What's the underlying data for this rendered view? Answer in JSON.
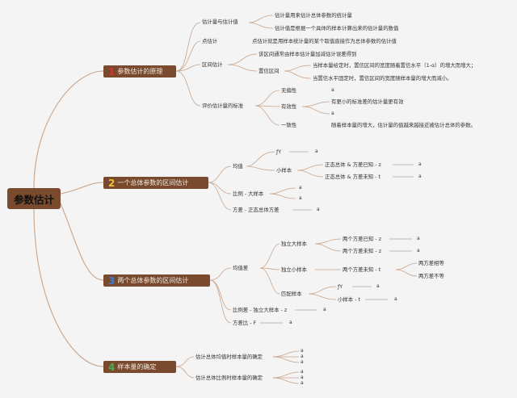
{
  "root": {
    "label": "参数估计"
  },
  "branches": [
    {
      "num": "1",
      "num_color": "#d9342b",
      "label": "参数估计的原理"
    },
    {
      "num": "2",
      "num_color": "#f2c230",
      "label": "一个总体参数的区间估计"
    },
    {
      "num": "3",
      "num_color": "#3c7dd9",
      "label": "两个总体参数的区间估计"
    },
    {
      "num": "4",
      "num_color": "#4caf50",
      "label": "样本量的确定"
    }
  ],
  "b1": {
    "estimator_and_value": "估计量与估计值",
    "estimator_def": "估计量用来估计总体参数的统计量",
    "estimate_def": "估计值是根据一个具体的样本计算出来的估计量的数值",
    "point": "点估计",
    "point_def": "点估计就是用样本统计量的某个取值直接作为总体参数的估计值",
    "interval": "区间估计",
    "interval_def": "该区间通常由样本估计量加减估计误差得到",
    "conf_interval": "置信区间",
    "conf_1": "当样本量给定时，置信区间的宽度随着置信水平（1-α）的增大而增大；",
    "conf_2": "当置信水平固定时，置信区间的宽度随样本量的增大而减小。",
    "criteria": "评价估计量的标准",
    "unbiased": "无偏性",
    "unbiased_val": "a",
    "efficiency": "有效性",
    "efficiency_def": "有更小的标准差的估计量更有效",
    "efficiency_val": "a",
    "consistency": "一致性",
    "consistency_def": "随着样本量的增大，估计量的值越来越接近被估计总体的参数。"
  },
  "b2": {
    "mean": "均值",
    "fy": "ƒY",
    "fy_val": "a",
    "small_sample": "小样本",
    "known_var": "正态总体 & 方差已知 - z",
    "known_val": "a",
    "unknown_var": "正态总体 & 方差未知 - t",
    "unknown_val": "a",
    "proportion": "比例 - 大样本",
    "prop_val_1": "a",
    "prop_val_2": "a",
    "variance": "方差 - 正态总体方差",
    "var_val": "a"
  },
  "b3": {
    "mean_diff": "均值差",
    "indep_large": "独立大样本",
    "two_var_known": "两个方差已知 - z",
    "two_var_known_val": "a",
    "two_var_unknown_z": "两个方差未知 - z",
    "two_var_unknown_z_val": "a",
    "indep_small": "独立小样本",
    "two_var_unknown_t": "两个方差未知 - t",
    "var_equal": "两方差相等",
    "var_unequal": "两方差不等",
    "paired": "匹配样本",
    "fy": "ƒY",
    "fy_val": "a",
    "small_t": "小样本 - t",
    "small_t_val": "a",
    "prop_diff": "比例差 - 独立大样本 - z",
    "prop_diff_val": "a",
    "var_ratio": "方差比 - F",
    "var_ratio_val": "a"
  },
  "b4": {
    "mean_n": "估计总体均值时样本量的确定",
    "mean_n_vals": [
      "a",
      "a",
      "a"
    ],
    "prop_n": "估计总体比例时样本量的确定",
    "prop_n_vals": [
      "a",
      "a",
      "a"
    ]
  },
  "colors": {
    "node_bg": "#7a4a2e",
    "line": "#c8a48a",
    "background": "#f4f4f4"
  }
}
